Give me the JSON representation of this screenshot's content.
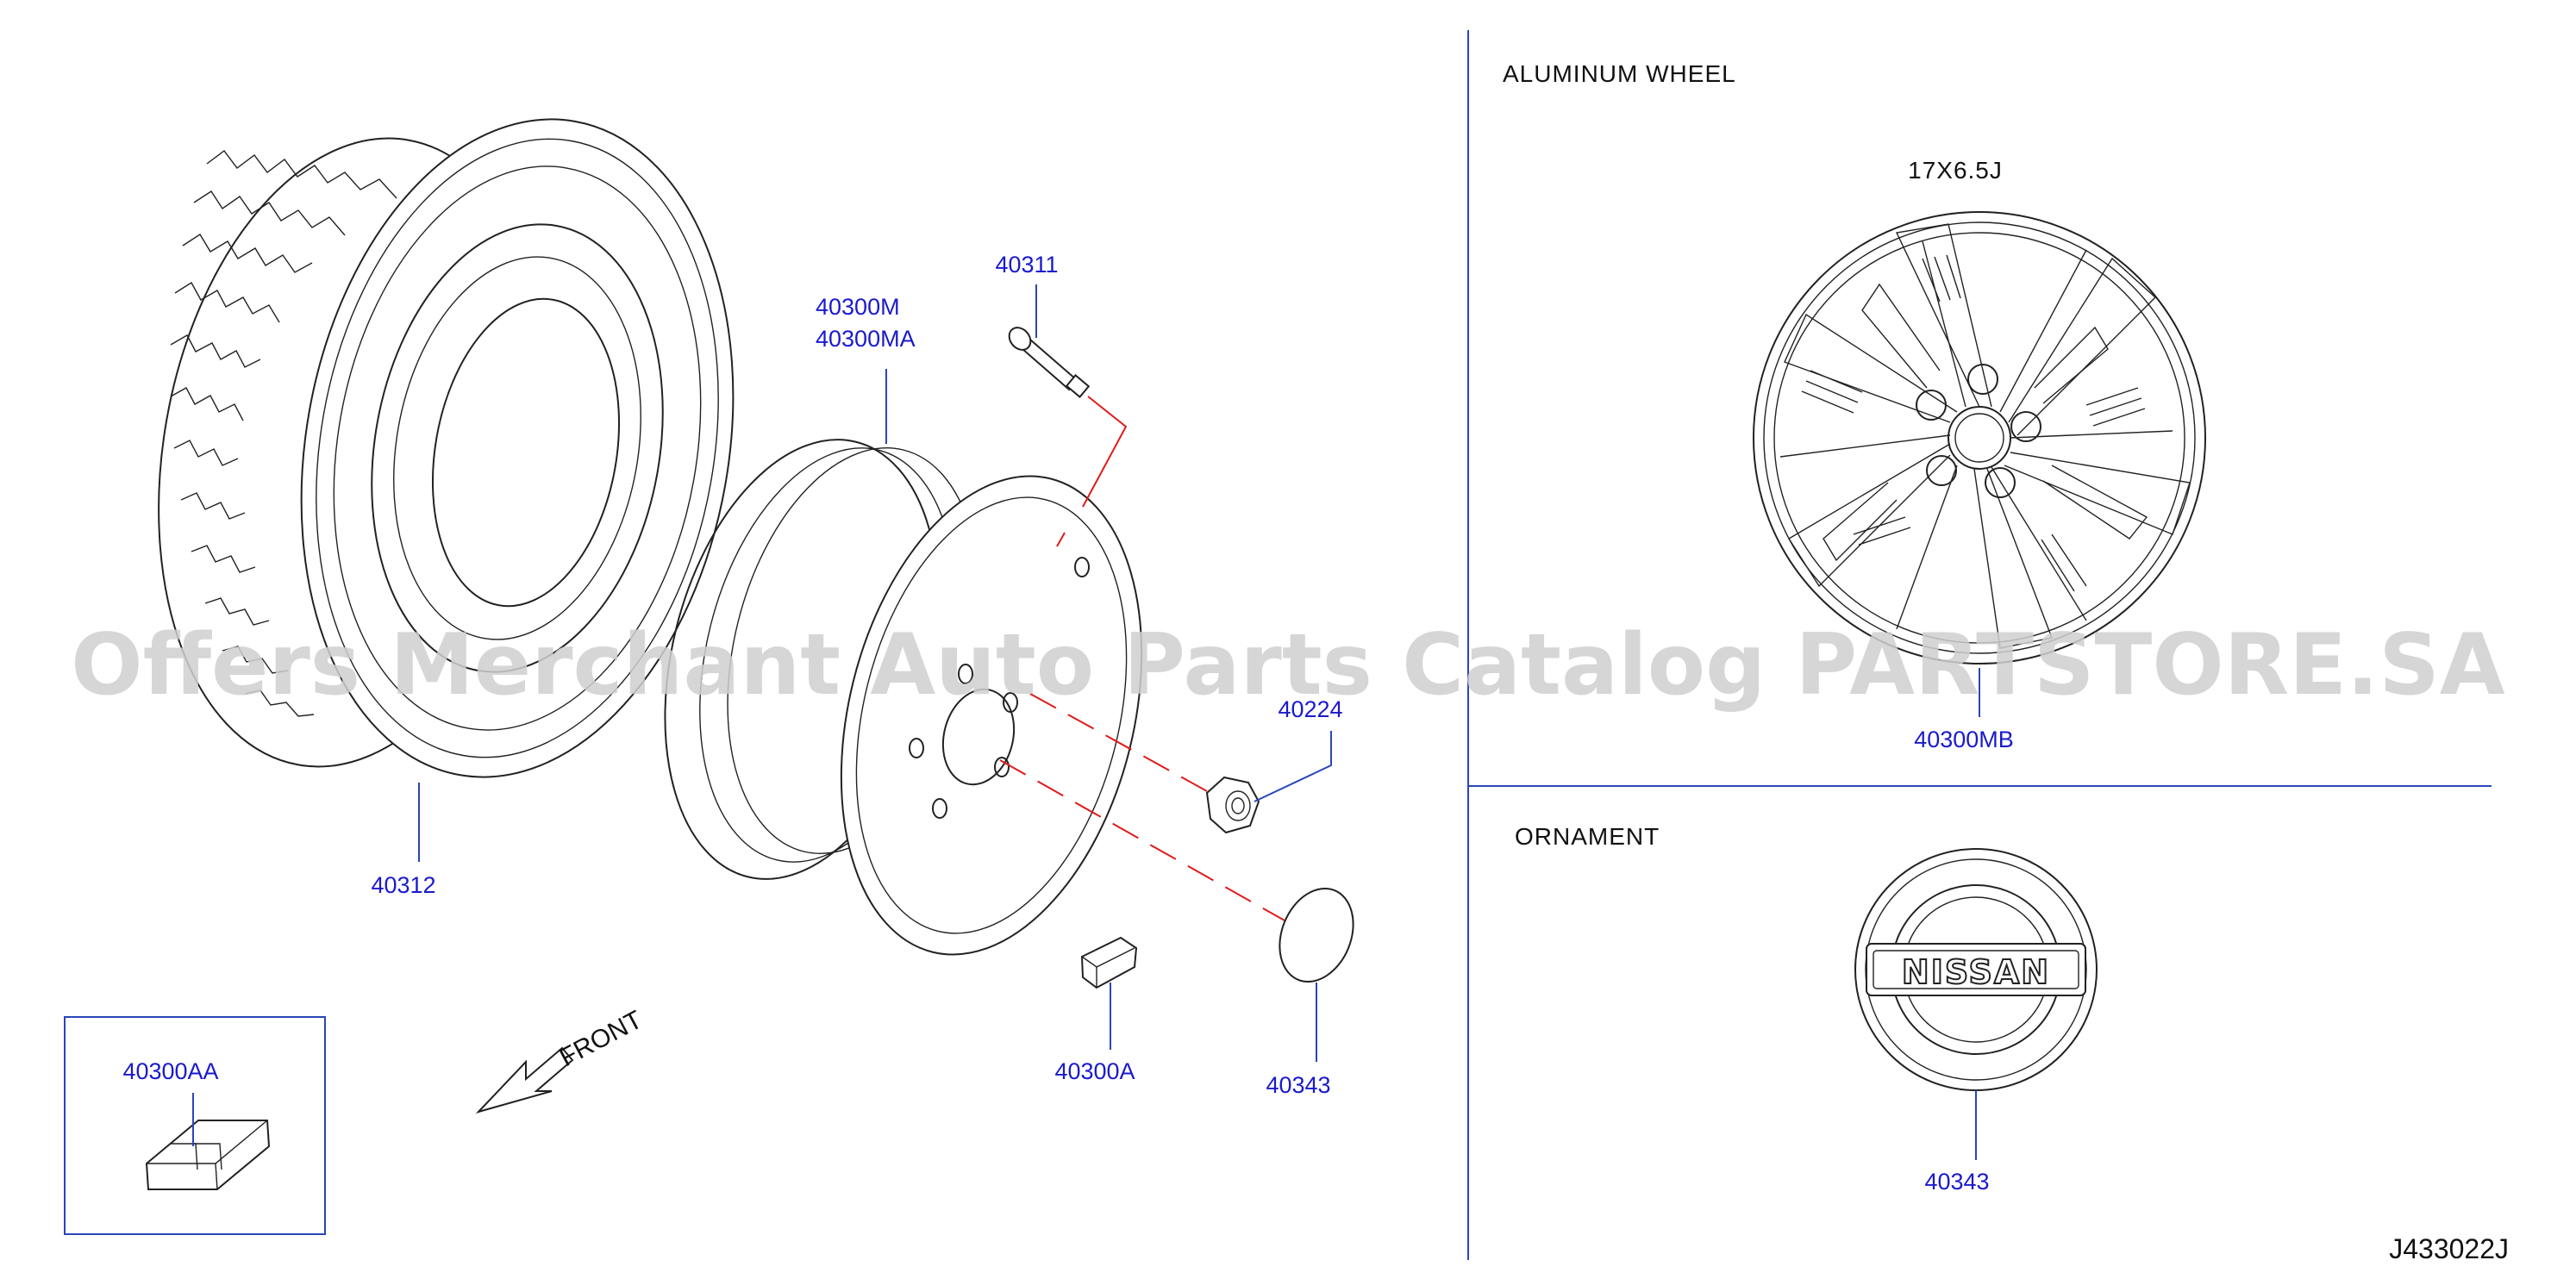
{
  "sections": {
    "aluminum_wheel": "ALUMINUM   WHEEL",
    "wheel_size": "17X6.5J",
    "ornament": "ORNAMENT"
  },
  "parts": {
    "tire": "40312",
    "wheel_line1": "40300M",
    "wheel_line2": "40300MA",
    "valve": "40311",
    "nut": "40224",
    "weight": "40300A",
    "cap": "40343",
    "balance_weight_kit": "40300AA",
    "aluminum_wheel": "40300MB",
    "ornament": "40343"
  },
  "front_label": "FRONT",
  "logo_text": "NISSAN",
  "reference_code": "J433022J",
  "watermark": "Offers Merchant Auto Parts Catalog PARTSTORE.SA",
  "colors": {
    "part_label": "#1a1acc",
    "leader_line": "#2a46b8",
    "assembly_line": "#e01a1a",
    "drawing": "#222222"
  }
}
